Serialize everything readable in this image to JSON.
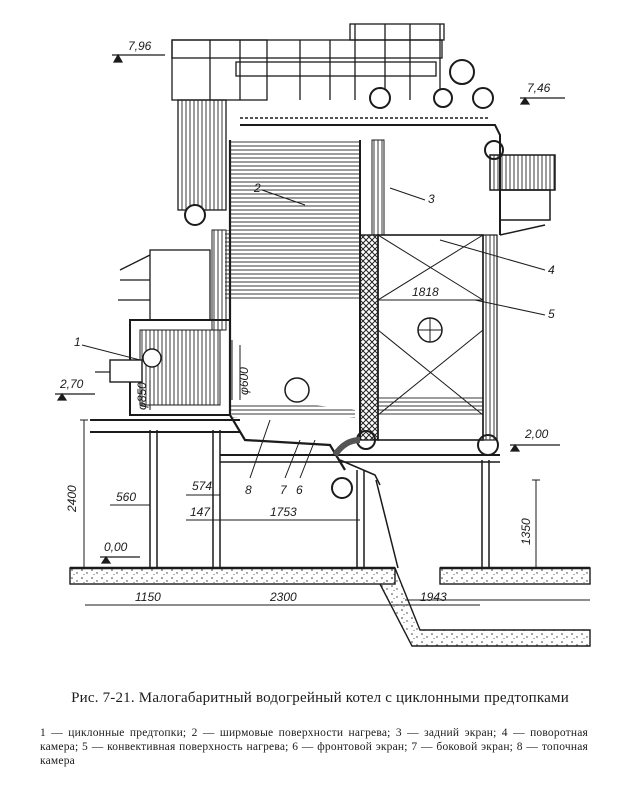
{
  "levels": {
    "top": "7,96",
    "right_top": "7,46",
    "right": "2,00",
    "left": "2,70",
    "ground": "0,00"
  },
  "dimensions": {
    "h_2400": "2400",
    "d_560": "560",
    "d_574": "574",
    "d_147": "147",
    "d_1753": "1753",
    "d_1150": "1150",
    "d_2300": "2300",
    "d_1943": "1943",
    "d_1818": "1818",
    "h_1350": "1350",
    "dia_600": "φ600",
    "dia_850": "φ850"
  },
  "callouts": {
    "c1": "1",
    "c2": "2",
    "c3": "3",
    "c4": "4",
    "c5": "5",
    "c6": "6",
    "c7": "7",
    "c8": "8"
  },
  "caption": {
    "title": "Рис. 7-21. Малогабаритный водогрейный котел с циклонными предтопками",
    "legend": "1 — циклонные предтопки; 2 — ширмовые поверхности нагрева; 3 — задний экран; 4 — поворотная камера; 5 — конвективная поверхность нагрева; 6 — фронтовой экран; 7 — боковой экран; 8 — топочная камера"
  }
}
